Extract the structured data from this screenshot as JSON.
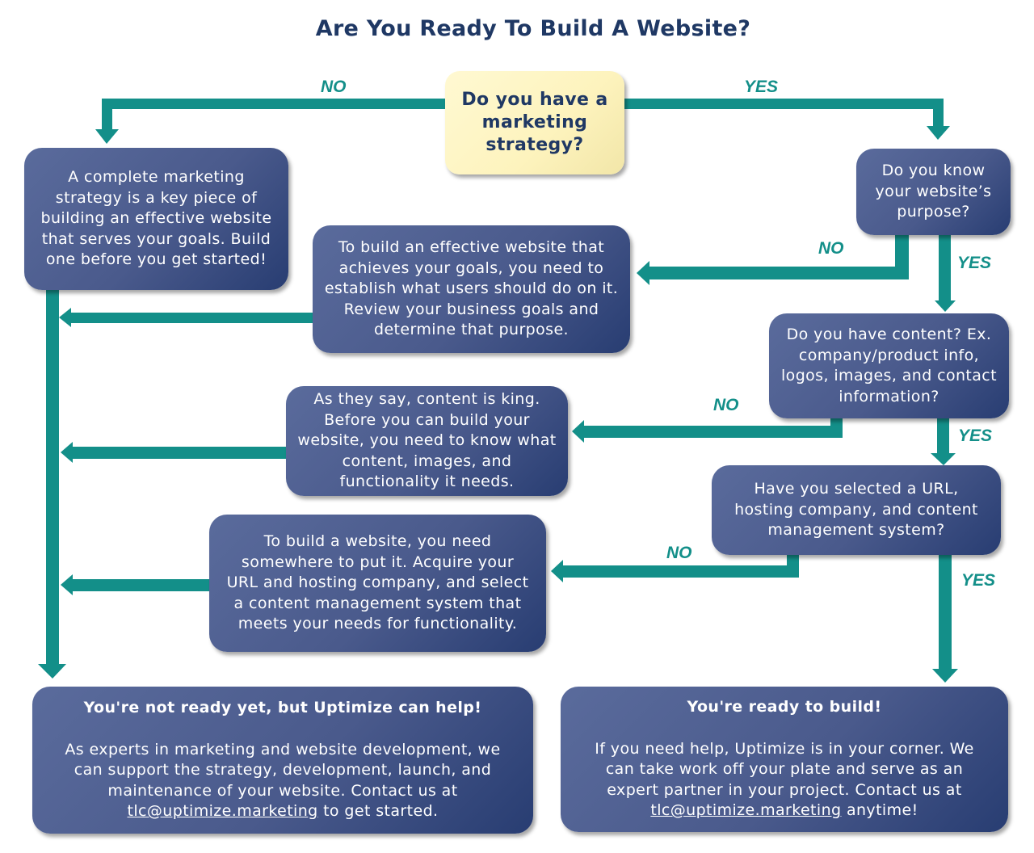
{
  "title": "Are You Ready To Build A Website?",
  "colors": {
    "title": "#1f3864",
    "arrow": "#138f89",
    "box": "#4a5a8c",
    "start_box": "#fdf3bd"
  },
  "nodes": {
    "start": "Do you have a marketing strategy?",
    "no_strategy": "A complete marketing strategy is a key piece of building an effective website that serves your goals. Build one before you get started!",
    "q_purpose": "Do you know your website’s purpose?",
    "no_purpose": "To build an effective website that achieves your goals, you need to establish what users should do on it. Review your business goals and determine that purpose.",
    "q_content": "Do you have content? Ex. company/product info, logos, images, and contact information?",
    "no_content": "As they say, content is king. Before you can build your website, you need to know what content, images, and functionality it needs.",
    "q_hosting": "Have you selected a URL, hosting company, and content management system?",
    "no_hosting": "To build a website, you need somewhere to put it. Acquire your URL and hosting company, and select a content management system that meets your needs for functionality.",
    "not_ready": {
      "heading": "You're not ready yet, but Uptimize can help!",
      "body_pre": "As experts in marketing and website development, we can support the strategy, development, launch, and maintenance of your website. Contact us at",
      "email": "tlc@uptimize.marketing",
      "body_post": "to get started."
    },
    "ready": {
      "heading": "You're ready to build!",
      "body_pre": "If you need help, Uptimize is in your corner. We can take work off your plate and serve as an expert partner in your project. Contact us at",
      "email": "tlc@uptimize.marketing",
      "body_post": "anytime!"
    }
  },
  "labels": {
    "no1": "NO",
    "yes1": "YES",
    "no2": "NO",
    "yes2": "YES",
    "no3": "NO",
    "yes3": "YES",
    "no4": "NO",
    "yes4": "YES"
  }
}
